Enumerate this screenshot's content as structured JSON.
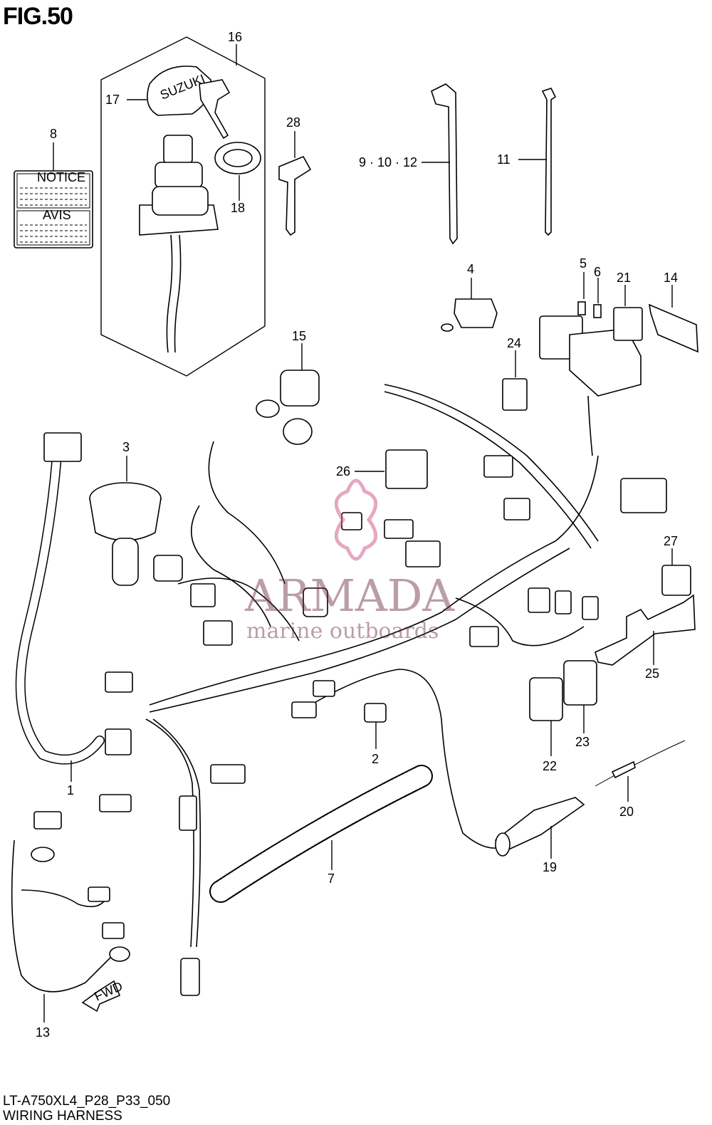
{
  "figure": {
    "title": "FIG.50",
    "model_code": "LT-A750XL4_P28_P33_050",
    "caption": "WIRING HARNESS"
  },
  "label": {
    "notice": "NOTICE",
    "avis": "AVIS",
    "key_brand": "SUZUKI",
    "fwd": "FWD"
  },
  "watermark": {
    "brand": "ARMADA",
    "tagline": "marine outboards"
  },
  "callouts": [
    "1",
    "2",
    "3",
    "4",
    "5",
    "6",
    "7",
    "8",
    "9 · 10 · 12",
    "11",
    "13",
    "14",
    "15",
    "16",
    "17",
    "18",
    "19",
    "20",
    "21",
    "22",
    "23",
    "24",
    "25",
    "26",
    "27",
    "28"
  ]
}
